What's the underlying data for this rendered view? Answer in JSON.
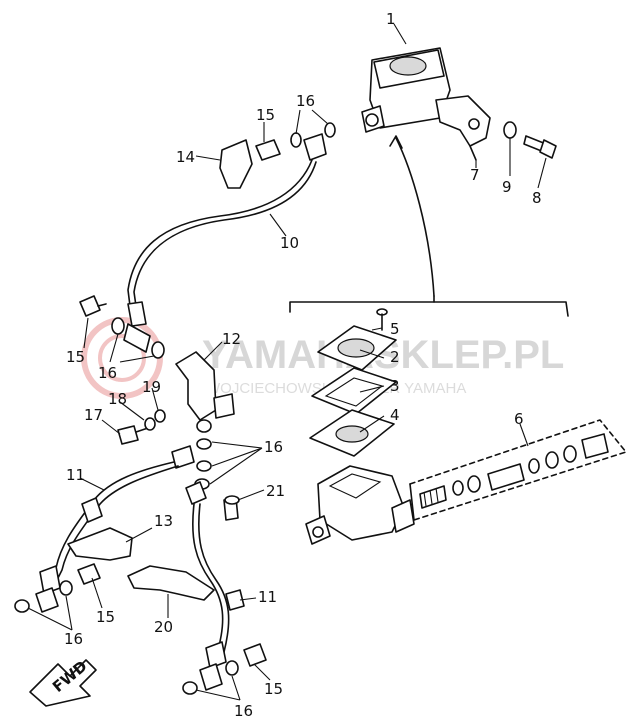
{
  "watermark": {
    "title": "YAMAHASKLEP.PL",
    "subtitle": "WOJCIECHOWSKI DEALER YAMAHA",
    "color": "#d7d7d7"
  },
  "fwd_label": "FWD",
  "callouts": [
    "1",
    "2",
    "3",
    "4",
    "5",
    "6",
    "7",
    "8",
    "9",
    "10",
    "11",
    "11",
    "12",
    "13",
    "14",
    "15",
    "15",
    "15",
    "15",
    "16",
    "16",
    "16",
    "16",
    "16",
    "17",
    "18",
    "19",
    "20",
    "21"
  ]
}
